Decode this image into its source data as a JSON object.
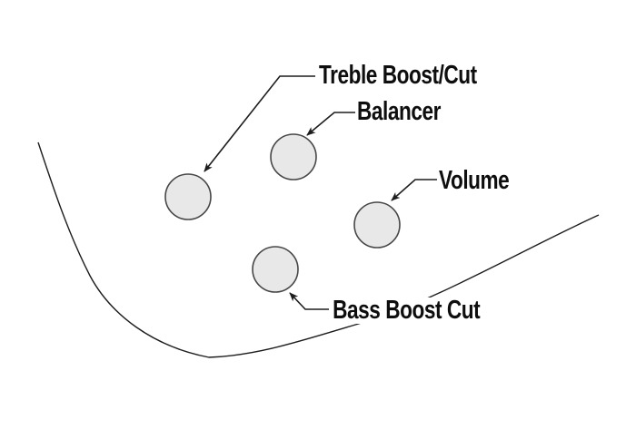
{
  "diagram": {
    "knobs": [
      {
        "id": "treble-boost-cut",
        "label": "Treble Boost/Cut"
      },
      {
        "id": "balancer",
        "label": "Balancer"
      },
      {
        "id": "volume",
        "label": "Volume"
      },
      {
        "id": "bass-boost-cut",
        "label": "Bass Boost Cut"
      }
    ],
    "colors": {
      "background": "#ffffff",
      "knob_fill": "#e8e8e8",
      "knob_stroke": "#474747",
      "line": "#1d1d1d",
      "text": "#0e0e0e"
    }
  }
}
